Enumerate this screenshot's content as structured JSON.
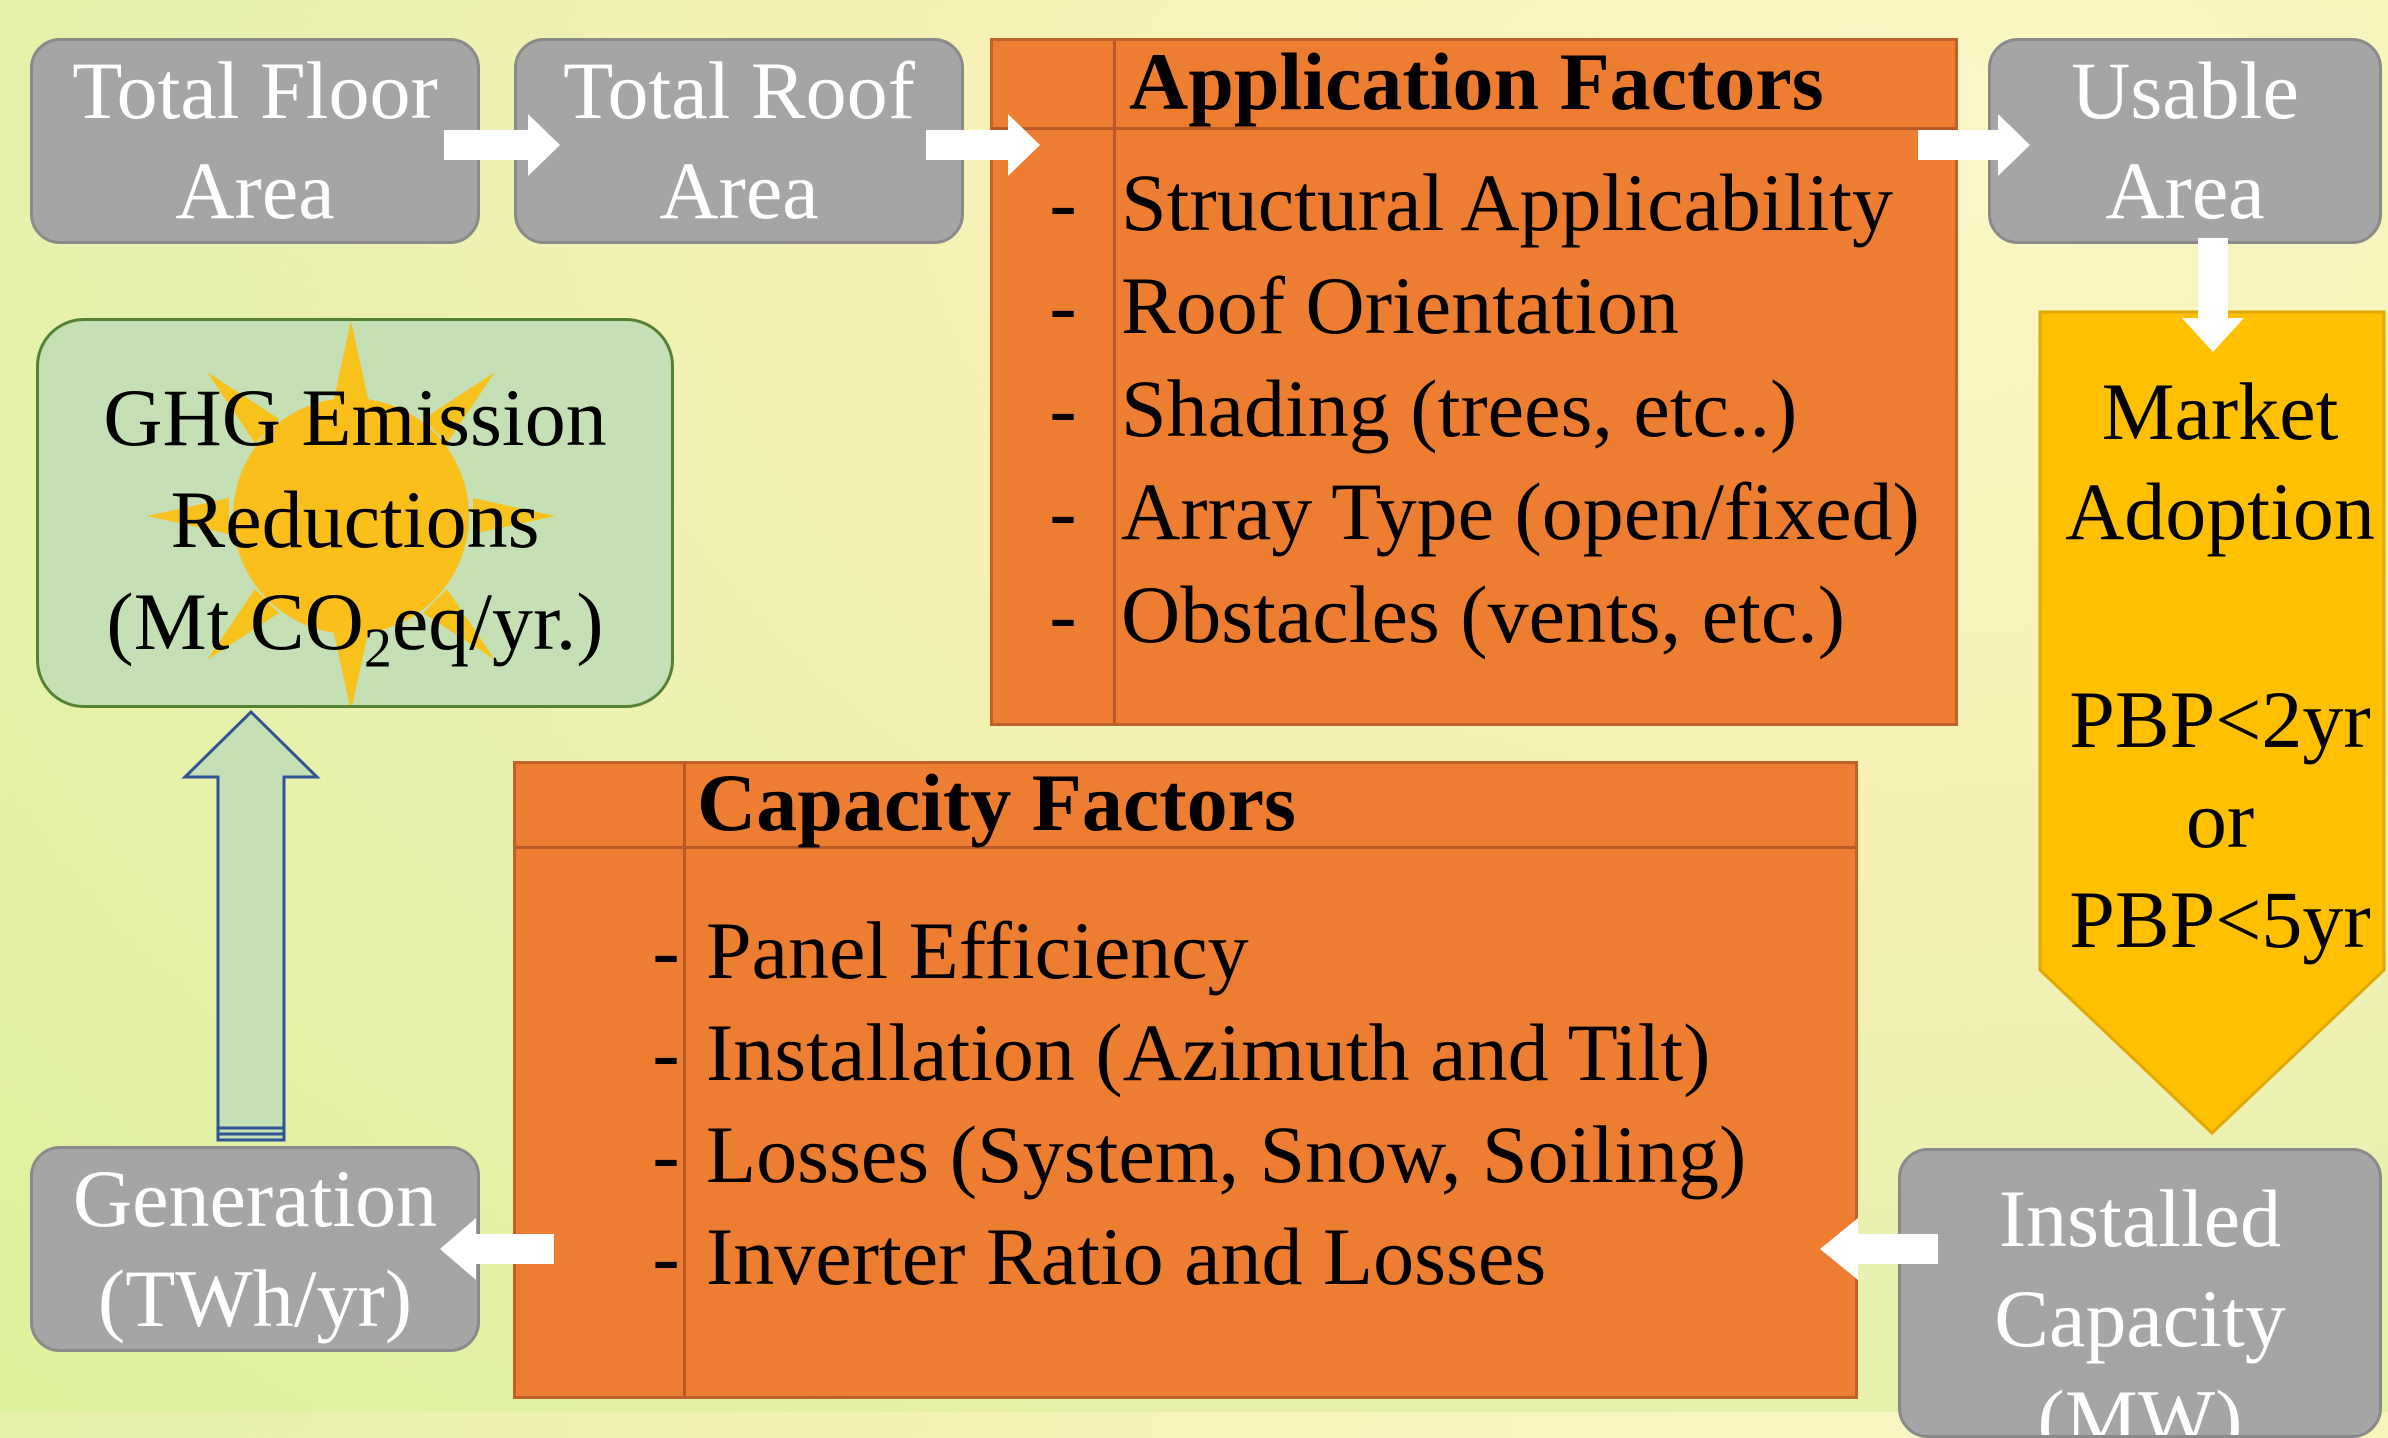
{
  "colors": {
    "gray_box": "#a5a5a5",
    "orange_box": "#ed7d31",
    "yellow_arrow": "#ffc000",
    "green_box": "#c5e0b4",
    "green_border": "#548235",
    "arrow_white": "#ffffff"
  },
  "nodes": {
    "total_floor_area": "Total Floor\nArea",
    "total_roof_area": "Total Roof\nArea",
    "usable_area": "Usable\nArea",
    "installed_capacity": "Installed\nCapacity\n(MW)",
    "generation": "Generation\n(TWh/yr)"
  },
  "application_factors": {
    "title": "Application Factors",
    "items": [
      "Structural Applicability",
      "Roof Orientation",
      "Shading (trees, etc..)",
      "Array Type (open/fixed)",
      "Obstacles (vents, etc.)"
    ]
  },
  "capacity_factors": {
    "title": "Capacity Factors",
    "items": [
      "Panel Efficiency",
      "Installation (Azimuth and Tilt)",
      "Losses (System, Snow, Soiling)",
      "Inverter Ratio and Losses"
    ]
  },
  "list_marker": "-",
  "market_adoption": {
    "title": "Market\nAdoption",
    "criteria": "PBP<2yr\nor\nPBP<5yr"
  },
  "ghg": {
    "line1": "GHG Emission",
    "line2": "Reductions",
    "line3_prefix": "(Mt CO",
    "line3_subscript": "2",
    "line3_suffix": "eq/yr.)",
    "icon": "sun-icon"
  }
}
